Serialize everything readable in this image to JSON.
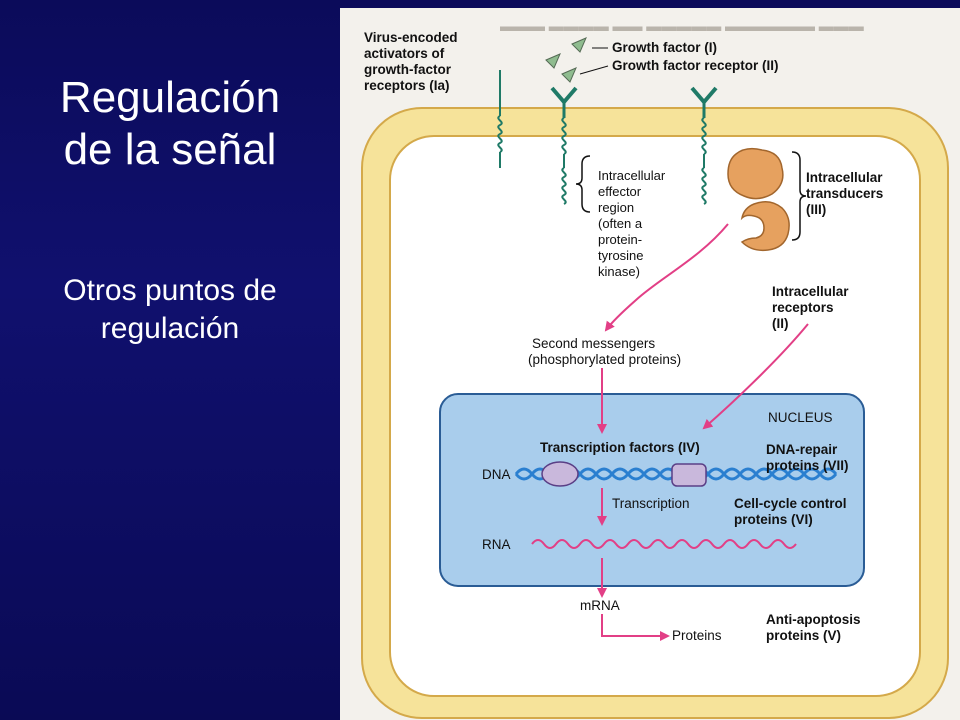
{
  "slide": {
    "title_line1": "Regulación",
    "title_line2": "de la señal",
    "subtitle_line1": "Otros puntos de",
    "subtitle_line2": "regulación"
  },
  "figure": {
    "virus_line1": "Virus-encoded",
    "virus_line2": "activators of",
    "virus_line3": "growth-factor",
    "virus_line4": "receptors (Ia)",
    "growth_factor": "Growth factor (I)",
    "growth_factor_receptor": "Growth factor receptor (II)",
    "effector_line1": "Intracellular",
    "effector_line2": "effector",
    "effector_line3": "region",
    "effector_line4": "(often a",
    "effector_line5": "protein-",
    "effector_line6": "tyrosine",
    "effector_line7": "kinase)",
    "transducers_line1": "Intracellular",
    "transducers_line2": "transducers",
    "transducers_line3": "(III)",
    "receptors_line1": "Intracellular",
    "receptors_line2": "receptors",
    "receptors_line3": "(II)",
    "second_messengers_line1": "Second messengers",
    "second_messengers_line2": "(phosphorylated proteins)",
    "nucleus": "NUCLEUS",
    "transcription_factors": "Transcription factors (IV)",
    "dna_repair_line1": "DNA-repair",
    "dna_repair_line2": "proteins (VII)",
    "dna": "DNA",
    "transcription": "Transcription",
    "cell_cycle_line1": "Cell-cycle control",
    "cell_cycle_line2": "proteins (VI)",
    "rna": "RNA",
    "mrna": "mRNA",
    "proteins": "Proteins",
    "anti_apoptosis_line1": "Anti-apoptosis",
    "anti_apoptosis_line2": "proteins (V)"
  },
  "colors": {
    "background": "#0b0b5a",
    "cell_wall": "#f6e39a",
    "cell_outline": "#d4a94a",
    "nucleus": "#a9cdec",
    "arrow": "#e23f86",
    "receptor": "#1f7a67",
    "transducer": "#e6a15f"
  }
}
